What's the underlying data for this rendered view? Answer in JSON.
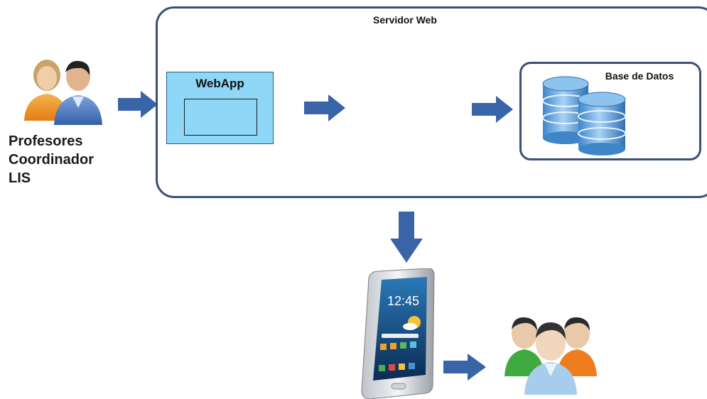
{
  "server": {
    "title": "Servidor Web"
  },
  "webapp": {
    "title": "WebApp"
  },
  "database": {
    "title": "Base de Datos"
  },
  "users": {
    "lines": [
      "Profesores",
      "Coordinador",
      "LIS"
    ]
  },
  "phone": {
    "clock": "12:45"
  },
  "colors": {
    "arrow": "#3a64a8",
    "border": "#3a4f7a",
    "webapp_fill": "#8fd7f7"
  },
  "icons": [
    "users-pair-icon",
    "database-icon",
    "smartphone-icon",
    "user-group-icon",
    "arrow-right-icon",
    "arrow-down-icon"
  ]
}
